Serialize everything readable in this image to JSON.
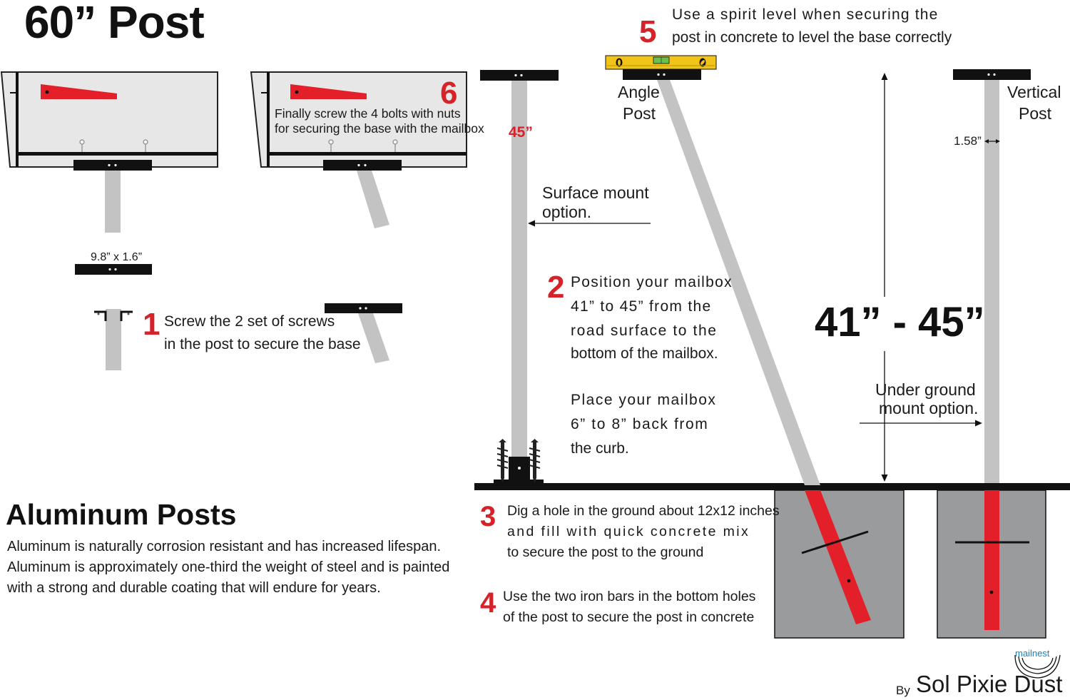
{
  "title": "60” Post",
  "labels": {
    "base_size": "9.8” x 1.6”",
    "post_height": "45”",
    "post_width": "1.58”",
    "angle_post_line1": "Angle",
    "angle_post_line2": "Post",
    "vertical_post_line1": "Vertical",
    "vertical_post_line2": "Post",
    "surface_mount_line1": "Surface mount",
    "surface_mount_line2": "option.",
    "underground_line1": "Under ground",
    "underground_line2": "mount option.",
    "height_range": "41” - 45”"
  },
  "steps": [
    {
      "number": "1",
      "lines": [
        "Screw the 2 set of screws",
        "in the post to secure the base"
      ]
    },
    {
      "number": "2",
      "lines": [
        "Position your mailbox",
        "41” to 45” from the",
        "road surface to the",
        "bottom of the mailbox.",
        "Place your mailbox",
        "6” to 8” back from",
        "the curb."
      ]
    },
    {
      "number": "3",
      "lines": [
        "Dig a hole in the ground about 12x12 inches",
        "and fill with quick concrete mix",
        "to secure the post to the ground"
      ]
    },
    {
      "number": "4",
      "lines": [
        "Use the two iron bars in the bottom holes",
        "of the post to secure the post in concrete"
      ]
    },
    {
      "number": "5",
      "lines": [
        "Use a spirit level when securing the",
        "post in concrete to level the base correctly"
      ]
    },
    {
      "number": "6",
      "lines": [
        "Finally screw the 4 bolts with nuts",
        "for securing the base with the mailbox"
      ]
    }
  ],
  "aluminum": {
    "heading": "Aluminum Posts",
    "lines": [
      "Aluminum is naturally corrosion resistant and has increased lifespan.",
      "Aluminum is approximately one-third the weight of steel and is painted",
      "with a strong and durable coating that will endure for years."
    ]
  },
  "credit": {
    "by": "By",
    "name": "Sol Pixie Dust",
    "logo_text": "mailnest"
  },
  "colors": {
    "accent_red": "#d62229",
    "post_gray": "#c3c3c3",
    "concrete_gray": "#9a9b9d",
    "level_yellow": "#f2c419",
    "mailbox_gray": "#e7e7e8"
  }
}
